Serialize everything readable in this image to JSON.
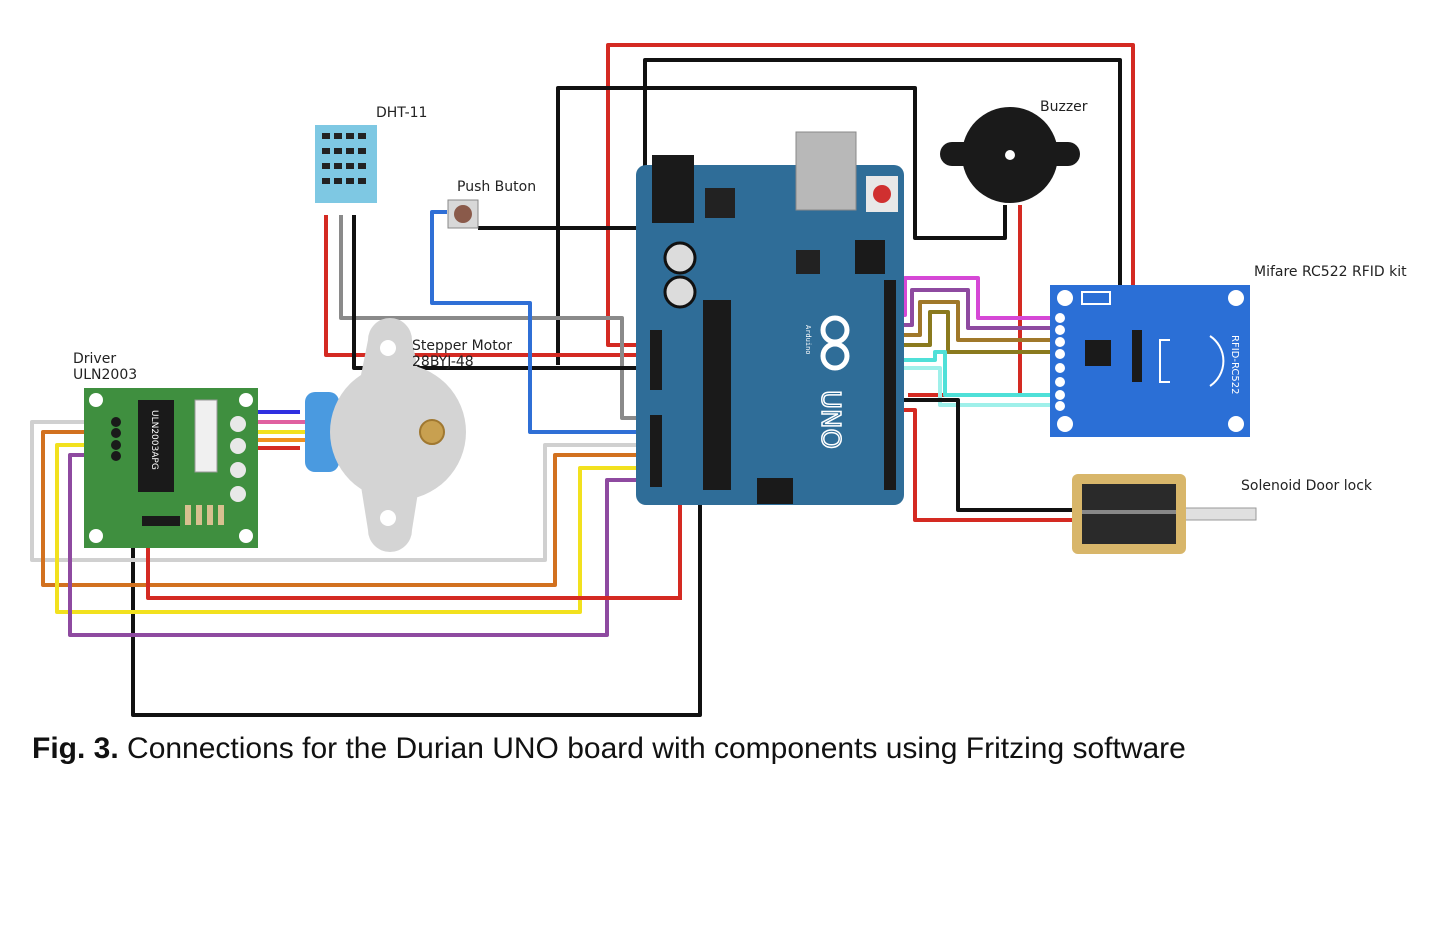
{
  "labels": {
    "dht": "DHT-11",
    "button": "Push Buton",
    "buzzer": "Buzzer",
    "rfid": "Mifare RC522 RFID kit",
    "stepper_line1": "Stepper Motor",
    "stepper_line2": "28BYJ-48",
    "driver_line1": "Driver",
    "driver_line2": "ULN2003",
    "solenoid": "Solenoid Door lock",
    "board_brand": "Arduino",
    "board_model": "UNO",
    "driver_chip": "ULN2003APG",
    "rfid_chip": "RFID-RC522"
  },
  "caption": {
    "prefix": "Fig. 3.",
    "text": " Connections for the Durian UNO board with components using Fritzing software"
  },
  "colors": {
    "board": "#2f6d98",
    "rfid_board": "#2b6fd6",
    "driver_board": "#3f8f3f",
    "sensor": "#7ec8e3",
    "wire_red": "#d42a22",
    "wire_black": "#111111",
    "wire_blue": "#2f6fd6",
    "wire_gray": "#8a8a8a",
    "wire_orange": "#d2711f",
    "wire_yellow": "#f2e11e",
    "wire_purple": "#8e4aa0",
    "wire_magenta": "#d648d6",
    "wire_brown": "#a0782a",
    "wire_cyan": "#4fe0d8"
  }
}
